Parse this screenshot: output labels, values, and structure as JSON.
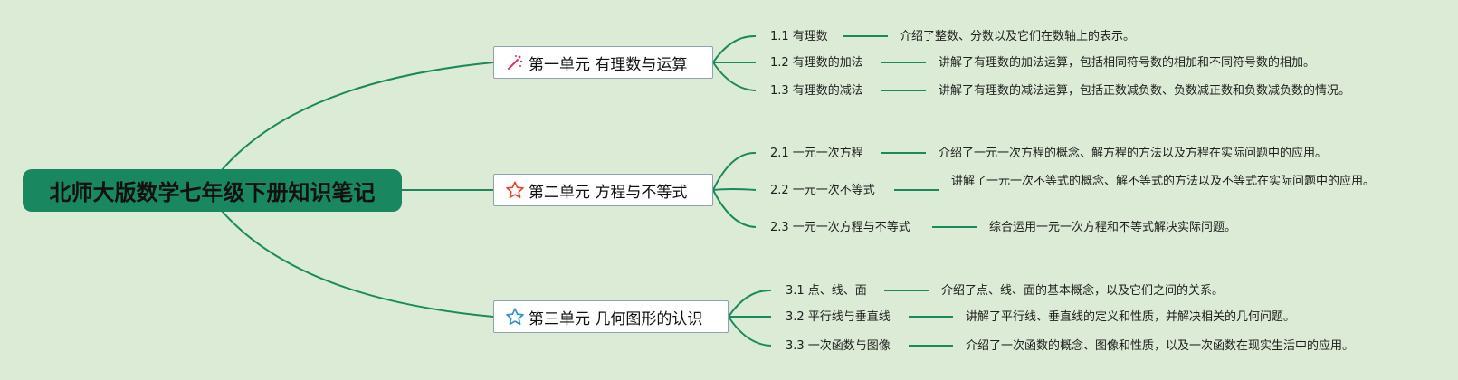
{
  "root": {
    "title": "北师大版数学七年级下册知识笔记"
  },
  "units": [
    {
      "title": "第一单元 有理数与运算",
      "icon": "magic-wand-icon",
      "icon_color": "#e0306b",
      "topics": [
        {
          "label": "1.1 有理数",
          "desc": "介绍了整数、分数以及它们在数轴上的表示。"
        },
        {
          "label": "1.2 有理数的加法",
          "desc": "讲解了有理数的加法运算，包括相同符号数的相加和不同符号数的相加。"
        },
        {
          "label": "1.3 有理数的减法",
          "desc": "讲解了有理数的减法运算，包括正数减负数、负数减正数和负数减负数的情况。"
        }
      ]
    },
    {
      "title": "第二单元 方程与不等式",
      "icon": "star-outline-icon",
      "icon_color": "#e8452c",
      "topics": [
        {
          "label": "2.1 一元一次方程",
          "desc": "介绍了一元一次方程的概念、解方程的方法以及方程在实际问题中的应用。"
        },
        {
          "label": "2.2 一元一次不等式",
          "desc": "讲解了一元一次不等式的概念、解不等式的方法以及不等式在实际问题中的应用。"
        },
        {
          "label": "2.3 一元一次方程与不等式",
          "desc": "综合运用一元一次方程和不等式解决实际问题。"
        }
      ]
    },
    {
      "title": "第三单元 几何图形的认识",
      "icon": "star-outline-icon",
      "icon_color": "#2d8fd0",
      "topics": [
        {
          "label": "3.1 点、线、面",
          "desc": "介绍了点、线、面的基本概念，以及它们之间的关系。"
        },
        {
          "label": "3.2 平行线与垂直线",
          "desc": "讲解了平行线、垂直线的定义和性质，并解决相关的几何问题。"
        },
        {
          "label": "3.3 一次函数与图像",
          "desc": "介绍了一次函数的概念、图像和性质，以及一次函数在现实生活中的应用。"
        }
      ]
    }
  ],
  "colors": {
    "line": "#1a8a5c",
    "background": "#dcebd5",
    "root": "#198760"
  }
}
